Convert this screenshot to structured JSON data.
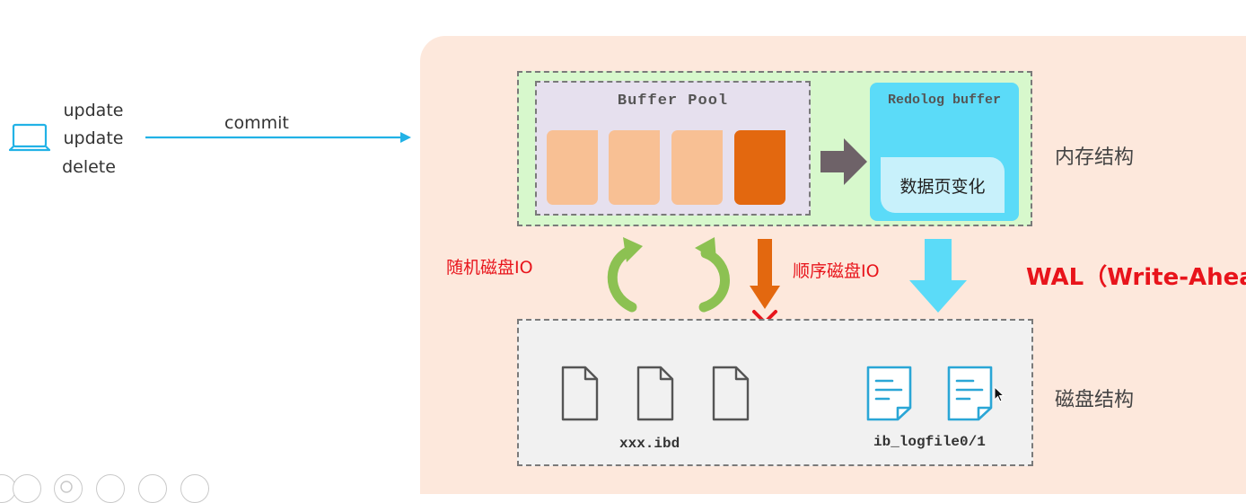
{
  "client": {
    "device_icon": "laptop-icon",
    "operations": [
      "update",
      "update",
      "delete"
    ],
    "commit_label": "commit"
  },
  "memory": {
    "label": "内存结构",
    "buffer_pool": {
      "title": "Buffer Pool",
      "pages": [
        "clean",
        "clean",
        "clean",
        "dirty"
      ]
    },
    "redolog_buffer": {
      "title": "Redolog buffer",
      "change_label": "数据页变化"
    }
  },
  "io": {
    "random_label": "随机磁盘IO",
    "sequential_label": "顺序磁盘IO"
  },
  "wal_label": "WAL（Write-Ahea",
  "disk": {
    "label": "磁盘结构",
    "data_file_label": "xxx.ibd",
    "log_file_label": "ib_logfile0/1"
  },
  "colors": {
    "client_arrow": "#22b2e6",
    "server_bg": "#fde8dc",
    "memory_bg": "#d7f8cc",
    "pool_bg": "#e6e0ee",
    "page_clean": "#f8c094",
    "page_dirty": "#e3680f",
    "redo_bg": "#5bdbf8",
    "disk_bg": "#f1f1f1",
    "accent_red": "#e8141b",
    "random_io_arrow": "#8cc152",
    "flush_arrow": "#e3680f",
    "log_file_icon": "#2aa6d6"
  }
}
